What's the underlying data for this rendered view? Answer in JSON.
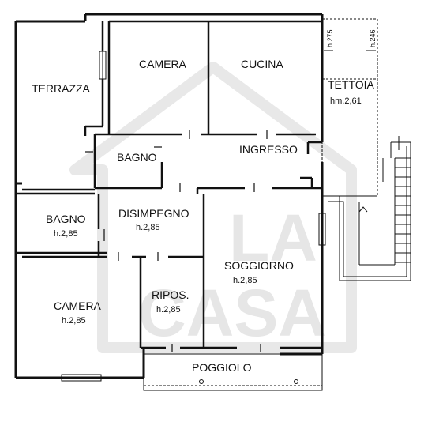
{
  "watermark": {
    "line1": "LA",
    "line2": "CASA"
  },
  "rooms": {
    "terrazza": {
      "name": "TERRAZZA"
    },
    "camera_top": {
      "name": "CAMERA"
    },
    "cucina": {
      "name": "CUCINA"
    },
    "tettoia": {
      "name": "TETTOIA",
      "height": "hm.2,61"
    },
    "bagno_top": {
      "name": "BAGNO"
    },
    "ingresso": {
      "name": "INGRESSO"
    },
    "bagno_left": {
      "name": "BAGNO",
      "height": "h.2,85"
    },
    "disimpegno": {
      "name": "DISIMPEGNO",
      "height": "h.2,85"
    },
    "soggiorno": {
      "name": "SOGGIORNO",
      "height": "h.2,85"
    },
    "camera_bottom": {
      "name": "CAMERA",
      "height": "h.2,85"
    },
    "ripos": {
      "name": "RIPOS.",
      "height": "h.2,85"
    },
    "poggiolo": {
      "name": "POGGIOLO"
    }
  },
  "dimensions": {
    "left": "h.275",
    "right": "h.246"
  }
}
